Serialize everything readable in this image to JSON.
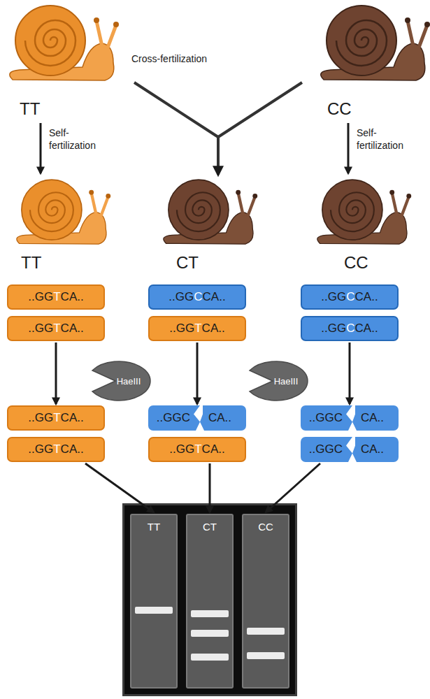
{
  "diagram": {
    "nodes": [
      {
        "text": [
          "..GGTCA.."
        ]
      },
      {
        "text": [
          "..GGTCA.."
        ]
      },
      {
        "text": [
          "..GGCCA.."
        ]
      },
      {
        "text": [
          "..GGTCA.."
        ]
      },
      {
        "text": [
          "..GGCCA.."
        ]
      },
      {
        "text": [
          "..GGCCA.."
        ]
      },
      {
        "text": [
          "HaeIII"
        ]
      },
      {
        "text": [
          "HaeIII"
        ]
      },
      {
        "text": [
          "..GGTCA.."
        ]
      },
      {
        "text": [
          "..GGTCA.."
        ]
      },
      {
        "text": [
          "..GGC",
          "CA.."
        ]
      },
      {
        "text": [
          "..GGTCA.."
        ]
      },
      {
        "text": [
          "..GGC",
          "CA.."
        ]
      },
      {
        "text": [
          "..GGC",
          "CA.."
        ]
      },
      {
        "text": [
          "TT"
        ]
      },
      {
        "text": [
          "CT"
        ]
      },
      {
        "text": [
          "CC"
        ]
      }
    ],
    "edges": [
      {
        "from": 1,
        "to": 8,
        "arrow": "to"
      },
      {
        "from": 3,
        "to": 10,
        "arrow": "to"
      },
      {
        "from": 5,
        "to": 12,
        "arrow": "to"
      },
      {
        "from": 9,
        "to": 14,
        "arrow": "to"
      },
      {
        "from": 11,
        "to": 15,
        "arrow": "to"
      },
      {
        "from": 13,
        "to": 16,
        "arrow": "to"
      }
    ],
    "labels": [
      "TT",
      "CC",
      "Cross-fertilization",
      "Self-fertilization",
      "Self-fertilization",
      "TT",
      "CT",
      "CC"
    ]
  }
}
